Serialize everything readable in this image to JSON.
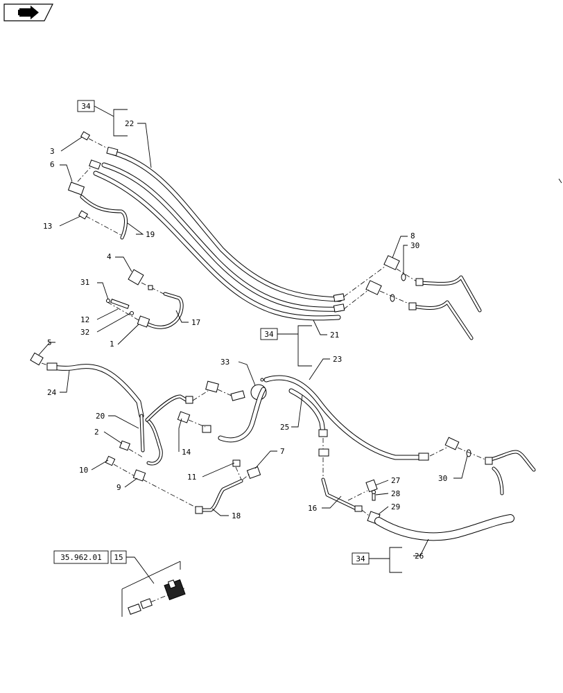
{
  "callouts": {
    "c1": "1",
    "c2": "2",
    "c3": "3",
    "c4": "4",
    "c5": "5",
    "c6": "6",
    "c7": "7",
    "c8": "8",
    "c9": "9",
    "c10": "10",
    "c11": "11",
    "c12": "12",
    "c13": "13",
    "c14": "14",
    "c15": "15",
    "c16": "16",
    "c17": "17",
    "c18": "18",
    "c19": "19",
    "c20": "20",
    "c21": "21",
    "c22": "22",
    "c23": "23",
    "c24": "24",
    "c25": "25",
    "c26": "26",
    "c27": "27",
    "c28": "28",
    "c29": "29",
    "c30a": "30",
    "c30b": "30",
    "c31": "31",
    "c32": "32",
    "c33": "33"
  },
  "refs": {
    "r34a": "34",
    "r34b": "34",
    "r34c": "34",
    "r35": "35.962.01"
  },
  "icons": {
    "nav": "back-arrow-icon"
  }
}
